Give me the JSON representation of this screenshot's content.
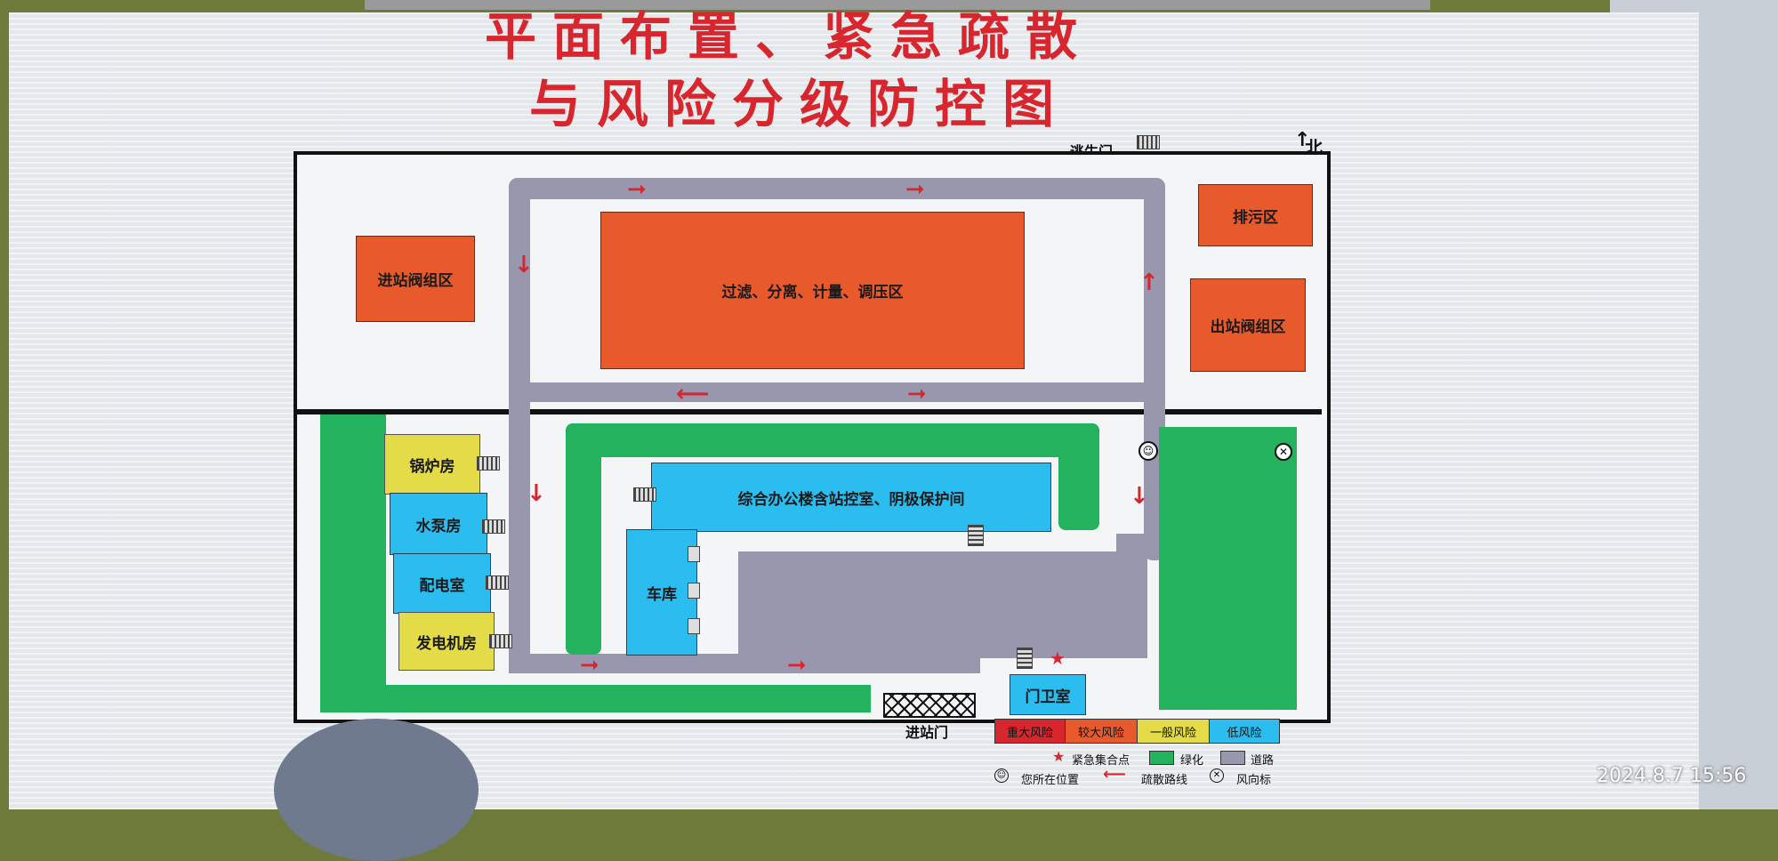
{
  "photo": {
    "title_line1": "平面布置、紧急疏散",
    "title_line2": "与风险分级防控图",
    "timestamp": "2024.8.7 15:56"
  },
  "map": {
    "north_label": "北",
    "escape_door_label": "逃生门",
    "entrance_gate_label": "进站门",
    "zones": {
      "inlet_valve": "进站阀组区",
      "filter_zone": "过滤、分离、计量、调压区",
      "sewage": "排污区",
      "outlet_valve": "出站阀组区",
      "boiler": "锅炉房",
      "pump": "水泵房",
      "power_room": "配电室",
      "generator": "发电机房",
      "office": "综合办公楼含站控室、阴极保护间",
      "garage": "车库",
      "guard": "门卫室"
    }
  },
  "legend": {
    "risk_levels": [
      {
        "label": "重大风险",
        "color": "#d8262e"
      },
      {
        "label": "较大风险",
        "color": "#e85a2c"
      },
      {
        "label": "一般风险",
        "color": "#e3dc48"
      },
      {
        "label": "低风险",
        "color": "#2bbdf0"
      }
    ],
    "assembly_point": "紧急集合点",
    "greening": "绿化",
    "road": "道路",
    "your_position": "您所在位置",
    "evacuation_route": "疏散路线",
    "wind_indicator": "风向标"
  },
  "colors": {
    "orange": "#e85a2c",
    "yellow": "#e3dc48",
    "blue": "#2bbdf0",
    "green": "#23b25d",
    "road": "#9897ae",
    "title_red": "#d8262e"
  }
}
